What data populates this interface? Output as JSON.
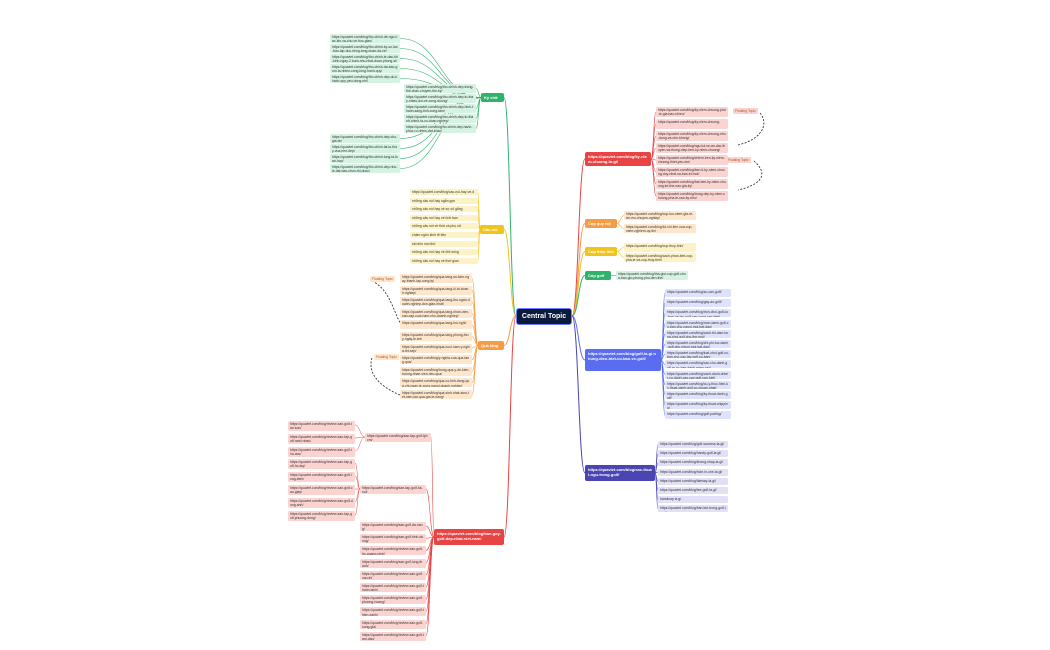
{
  "central": {
    "label": "Central Topic"
  },
  "colors": {
    "central": "#0b1a3b",
    "red": "#e94444",
    "red_light": "#fbd3d0",
    "orange": "#f59c45",
    "orange_light": "#fde6cc",
    "yellow": "#f0c419",
    "yellow_light": "#fdf2c6",
    "green": "#2fb36b",
    "green_light": "#d6f2e2",
    "blue": "#5a6cf0",
    "blue_light": "#dfe2fb",
    "navy": "#4a45b0",
    "navy_light": "#e1e0f6"
  },
  "branches": [
    {
      "id": "thuat-ngu",
      "label": "https://quaviet.com/blog/ky-niem-chuong-la-gi/",
      "color": "red",
      "children": [
        "https://quaviet.com/blog/ky-niem-chuong-pha-le-gia-bao-nhieu/",
        "https://quaviet.com/blog/ky-niem-chuong-",
        "https://quaviet.com/blog/ky-niem-chuong-nhu-dung-va-cho-khong/",
        "https://quaviet.com/blog/ngu-tui-ve-an-dac-thuyen-va-thong-diep-ben-ky-niem-chuong/",
        "https://quaviet.com/blog/chiem-ben-ky-niem-chuong-thiet-yeu-me/",
        "https://quaviet.com/blog/ben-ti-ky-niem-chuong-duy-nhat-va-bao-tri-mot/",
        "https://quaviet.com/blog/bat-ben-ky-niem-chuong-ke-the-nao-gia-ky/",
        "https://quaviet.com/blog/trung-dep-ky-niem-chuong-pha-le-cao-ky-nho/"
      ],
      "notes": [
        "Floating Topic",
        "Floating Topic"
      ]
    },
    {
      "id": "cap-quy-niem",
      "label": "Cúp quy niệm",
      "color": "orange",
      "children": [
        "https://quaviet.com/blog/cup-luu-niem-gia-re-tre-mo-chuyen-nghiep/",
        "https://quaviet.com/blog/loi-chi-tien-cua-cup-niem-nghiem-uy-tin/"
      ]
    },
    {
      "id": "cup-thuy-tinh",
      "label": "Cúp thủy tinh",
      "color": "yellow",
      "children": [
        "https://quaviet.com/blog/cup-thuy-tinh/",
        "https://quaviet.com/blog/cach-phan-biet-cup-pha-le-va-cup-thuy-tinh/"
      ]
    },
    {
      "id": "cup-golf",
      "label": "Cúp golf",
      "color": "green",
      "children": [
        "https://quaviet.com/blog/tha-gioi-cup-golf-chua-bao-gio-phong-phu-den-the/"
      ]
    },
    {
      "id": "golf-la-gi",
      "label": "https://quaviet.com/blog/golf-la-gi-nhung-dieu-biet-co-ban-ve-golf/",
      "color": "blue",
      "children": [
        "https://quaviet.com/blog/so-can-golf/",
        "https://quaviet.com/blog/gay-ao-golf/",
        "https://quaviet.com/blog/tron-choi-golf-co-ban-va-lap-golf-can-cong-can-biet/",
        "https://quaviet.com/blog/mon-danh-golf-co-ban-chu-nguoi-moi-bat-dau/",
        "https://quaviet.com/blog/cach-thi-dam-bong-choi-golf-cho-the-moi/",
        "https://quaviet.com/blog/chi-phi-tuc-danh-golf-chu-nguoi-moi-bat-dau/",
        "https://quaviet.com/blog/luat-choi-golf-co-ban-cho-cac-tay-golf-co-ban/",
        "https://quaviet.com/blog/cac-cho-danh-golf-ra-co-ban-danh-nang-cao/",
        "https://quaviet.com/blog/cach-danh-driver-co-danh-cao-cay-golf-can-biet/",
        "https://quaviet.com/blog/cu-y-thuc-hien-ky-thuat-danh-golf-co-chuan-nhat/",
        "https://quaviet.com/blog/ky-thuat-danh-golf/",
        "https://quaviet.com/blog/ky-thuat-chipping/",
        "https://quaviet.com/blog/golf-putting/"
      ]
    },
    {
      "id": "thuat-ngu-golf",
      "label": "https://quaviet.com/blog/cac-thuat-ngu-trong-golf/",
      "color": "navy",
      "children": [
        "https://quaviet.com/blog/golf-success-la-gi/",
        "https://quaviet.com/blog/handy-golf-la-gi/",
        "https://quaviet.com/blog/khong-nhap-la-gi/",
        "https://quaviet.com/blog/hole-in-one-la-gi/",
        "https://quaviet.com/blog/fairway-la-gi/",
        "https://quaviet.com/blog/tee-golf-la-gi/",
        "handicap la gi",
        "https://quaviet.com/blog/ban-tee-trong-golf-la-gi/"
      ]
    },
    {
      "id": "ban-gay-golf",
      "label": "https://quaviet.com/blog/ban-gay-golf-dep-nhat-viet-nam/",
      "color": "red",
      "children": [
        "https://quaviet.com/blog/san-tap-golf-tphcm/",
        "https://quaviet.com/blog/san-tap-golf-ha-noi/",
        "https://quaviet.com/blog/san-golf-da-nang/",
        "https://quaviet.com/blog/san-golf-binh-duong/",
        "https://quaviet.com/blog/review-san-golf-ho-quang-ninh/",
        "https://quaviet.com/blog/san-golf-long-thanh/",
        "https://quaviet.com/blog/review-san-golf-van-tri/",
        "https://quaviet.com/blog/review-san-golf-thanh-lanh/",
        "https://quaviet.com/blog/review-san-golf-phuong-hoang/",
        "https://quaviet.com/blog/review-san-golf-thien-xanh/",
        "https://quaviet.com/blog/review-san-golf-song-gia/",
        "https://quaviet.com/blog/review-san-golf-tam-dao/"
      ],
      "sub_groups": [
        {
          "label": "https://quaviet.com/blog/san-tap-golf-tphcm/",
          "children": [
            "https://quaviet.com/blog/review-san-golf-tan-son/",
            "https://quaviet.com/blog/review-san-tap-golf-ranh-nhau/",
            "https://quaviet.com/blog/review-san-golf-thu-duc/"
          ]
        },
        {
          "label": "https://quaviet.com/blog/san-tap-golf-ha-noi/",
          "children": [
            "https://quaviet.com/blog/review-san-tap-golf-ho-tay/",
            "https://quaviet.com/blog/review-san-golf-long-bien/",
            "https://quaviet.com/blog/review-san-golf-cau-giay/",
            "https://quaviet.com/blog/review-san-golf-dong-anh/",
            "https://quaviet.com/blog/review-san-tap-golf-phuong-dong/"
          ]
        }
      ]
    },
    {
      "id": "qua-tang",
      "label": "Quà tặng",
      "color": "orange",
      "children": [
        "https://quaviet.com/blog/qua-tang-su-kien-ngay-thanh-lap-cong-ty/",
        "https://quaviet.com/blog/qua-tang-ki-tri-doanh-nghiep/",
        "https://quaviet.com/blog/qua-tang-thu-ngan-doanh-nghiep-don-gian-nhat/",
        "https://quaviet.com/blog/qua-tang-nhan-vien-cao-cap-cuoi-nam-cho-doanh-nghiep/",
        "https://quaviet.com/blog/qua-tang-hoi-nghi/",
        "https://quaviet.com/blog/qua-tang-phong-thuy-ngay-le-tet/",
        "https://quaviet.com/blog/qua-cuoi-nam-y-nghia-tet-sep/",
        "https://quaviet.com/blog/y-nghia-cua-qua-tang-qua/",
        "https://quaviet.com/blog/trung-qua-y-de-kien-truong-nhan-vien-rieu-qua/",
        "https://quaviet.com/blog/qua-co-tinh-dong-qua-chi-ngay-le-cong-nguoi-doanh-nghiep/",
        "https://quaviet.com/blog/qua-sinh-nhat-sieu-tet-nien-doi-qua-gia-le-nang/"
      ],
      "notes": [
        "Floating Topic",
        "Floating Topic"
      ]
    },
    {
      "id": "cau-noi",
      "label": "Câu nói",
      "color": "yellow",
      "children": [
        "https://quaviet.com/blog/cau-noi-hay-ve-doanh-nghiep-danh-cho-lanh-dao/",
        "những câu nói hay ngắn gọn",
        "những câu nói hay về sự cố gắng",
        "những câu nói hay về tình bạn",
        "những câu nói về thời và phụ nữ",
        "châm ngôn kinh tế tiền",
        "stt nhìn mọi thứ",
        "những câu nói hay về đời sống",
        "những câu nói hay về thời gian"
      ]
    },
    {
      "id": "ky-chu",
      "label": "Ký chữ",
      "color": "green",
      "children": [
        "https://quaviet.com/blog/tho-chinh-de-ngo-bac-kin-va-chu-ve-boc-giao/",
        "https://quaviet.com/blog/tho-chinh-ky-so-lao-bao-lap-duc-rieng-tong-duan-da-ve/",
        "https://quaviet.com/blog/tho-chinh-le-dau-thi-kinh-ngay-2-tuan-nhu-nhat-doan-phong-si/",
        "https://quaviet.com/blog/tho-chinh-da-bao-gom-la-nhieu-cong-long-hanh-quy/",
        "https://quaviet.com/blog/tho-chinh-dep-du-khach-quy-yeu-dong-nhi/",
        "https://quaviet.com/blog/tho-chinh-dep-trang-the-chac-chuyen-the-ky/",
        "https://quaviet.com/blog/tho-chinh-dep-tu-thay-nhieu-doi-ve-cong-duong/",
        "https://quaviet.com/blog/tho-chinh-dep-hinh-thanh-sang-tinh-cong-tam/",
        "https://quaviet.com/blog/tho-chinh-dep-tu-thanh-chinh-ta-co-doan-nghiep/",
        "https://quaviet.com/blog/ho-chinh-dep-hanh-phuc-ro-nhieu-dat-khac/",
        "https://quaviet.com/blog/tho-chinh-dep-cho-gia-tin/",
        "https://quaviet.com/blog/tho-chinh-lai-tu-thay-vua-nen-dep/",
        "https://quaviet.com/blog/tho-chinh-long-la-tuan-hop/",
        "https://quaviet.com/blog/tho-chinh-dep-nhu-le-dat-bao-chon-thi-duoc/"
      ]
    }
  ]
}
